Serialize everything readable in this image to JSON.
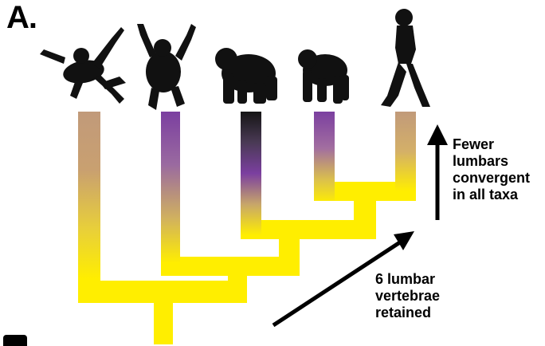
{
  "panel_label": "A.",
  "annotations": {
    "top_note": [
      "Fewer",
      "lumbars",
      "convergent",
      "in all taxa"
    ],
    "bottom_note": [
      "6 lumbar",
      "vertebrae",
      "retained"
    ]
  },
  "taxa_silhouettes": [
    "gibbon-silhouette",
    "orangutan-silhouette",
    "gorilla-silhouette",
    "chimpanzee-silhouette",
    "human-silhouette"
  ],
  "colors": {
    "ancestral": "#ffee00",
    "tan": "#c19a7a",
    "purple": "#7b3fa0",
    "black": "#1a1a1a",
    "arrow": "#000000"
  }
}
